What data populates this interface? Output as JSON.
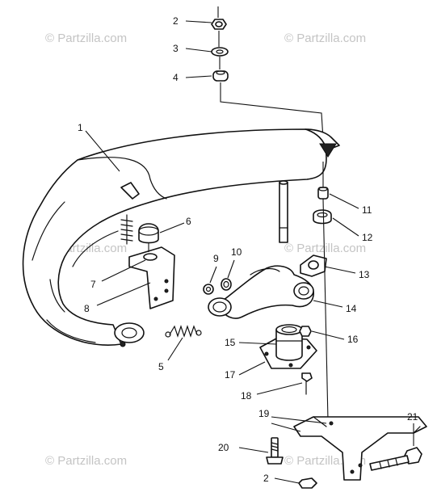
{
  "watermark": "© Partzilla.com",
  "callouts": {
    "c1": "1",
    "c2": "2",
    "c3": "3",
    "c4": "4",
    "c5": "5",
    "c6": "6",
    "c7": "7",
    "c8": "8",
    "c9": "9",
    "c10": "10",
    "c11": "11",
    "c12": "12",
    "c13": "13",
    "c14": "14",
    "c15": "15",
    "c16": "16",
    "c17": "17",
    "c18": "18",
    "c19": "19",
    "c20": "20",
    "c21": "21",
    "c2b": "2"
  }
}
